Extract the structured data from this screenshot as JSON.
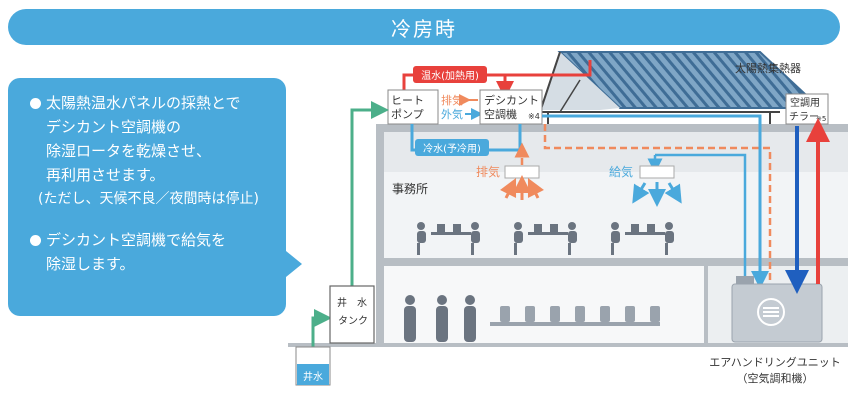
{
  "banner": {
    "title": "冷房時"
  },
  "info": {
    "point1": [
      "太陽熱温水パネルの採熱とで",
      "デシカント空調機の",
      "除湿ロータを乾燥させ、",
      "再利用させます。"
    ],
    "point1_note": "(ただし、天候不良／夜間時は停止)",
    "point2": [
      "デシカント空調機で給気を",
      "除湿します。"
    ]
  },
  "diagram": {
    "solar_collector": "太陽熱集熱器",
    "hot_water_label": "温水(加熱用)",
    "cold_water_label": "冷水(予冷用)",
    "heat_pump": [
      "ヒート",
      "ポンプ"
    ],
    "exhaust_small": "排気",
    "outside_air": "外気",
    "desiccant": [
      "デシカント",
      "空調機"
    ],
    "desiccant_note": "※4",
    "chiller": [
      "空調用",
      "チラー"
    ],
    "chiller_note": "※5",
    "exhaust": "排気",
    "supply": "給気",
    "office": "事務所",
    "well_tank": [
      "井　水",
      "タンク"
    ],
    "well_water": "井水",
    "ahu": [
      "エアハンドリングユニット",
      "（空気調和機）"
    ],
    "colors": {
      "accent_blue": "#4aa9dc",
      "hot_red": "#e8413c",
      "exhaust_orange": "#f08a5d",
      "chiller_blue": "#1f5fbf",
      "green_pipe": "#4caf8a",
      "building_gray": "#b8bec4"
    }
  }
}
